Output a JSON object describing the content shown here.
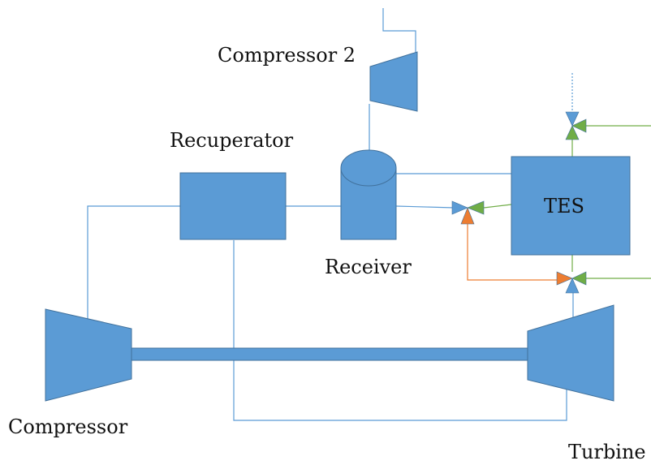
{
  "labels": {
    "compressor_2": "Compressor 2",
    "recuperator": "Recuperator",
    "tes": "TES",
    "receiver": "Receiver",
    "compressor": "Compressor",
    "turbine": "Turbine"
  },
  "colors": {
    "component_fill": "#5b9bd5",
    "component_stroke": "#41719c",
    "blue_line": "#5b9bd5",
    "orange_line": "#ed7d31",
    "green_line": "#70ad47",
    "valve_blue": "#5b9bd5",
    "valve_green": "#70ad47",
    "valve_orange": "#ed7d31",
    "text": "#111111"
  }
}
